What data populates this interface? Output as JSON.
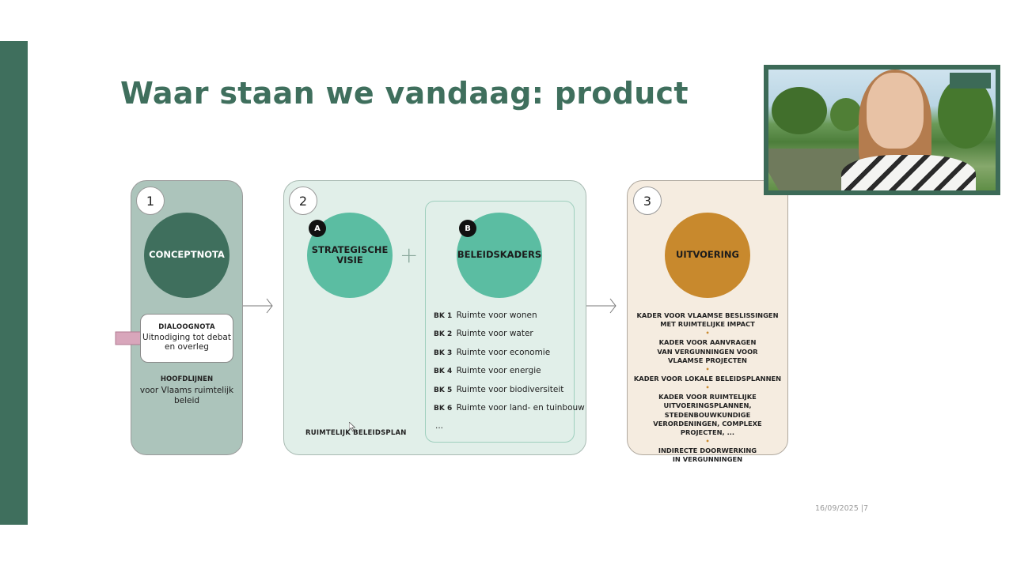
{
  "slide": {
    "title": "Waar staan we vandaag: product",
    "footer": "16/09/2025 |7",
    "accent": "#3f6f5d"
  },
  "panel1": {
    "number": "1",
    "circle_label": "CONCEPTNOTA",
    "dialog_title": "DIALOOGNOTA",
    "dialog_text": "Uitnodiging tot debat en overleg",
    "hoofd_title": "HOOFDLIJNEN",
    "hoofd_text": "voor Vlaams ruimtelijk beleid"
  },
  "panel2": {
    "number": "2",
    "badge_a": "A",
    "circle_a": "STRATEGISCHE VISIE",
    "badge_b": "B",
    "circle_b": "BELEIDSKADERS",
    "bk_items": [
      {
        "code": "BK 1",
        "text": "Ruimte voor wonen"
      },
      {
        "code": "BK 2",
        "text": "Ruimte voor water"
      },
      {
        "code": "BK 3",
        "text": "Ruimte voor economie"
      },
      {
        "code": "BK 4",
        "text": "Ruimte voor energie"
      },
      {
        "code": "BK 5",
        "text": "Ruimte voor biodiversiteit"
      },
      {
        "code": "BK 6",
        "text": "Ruimte voor land- en tuinbouw"
      },
      {
        "code": "",
        "text": "..."
      }
    ],
    "footer_label": "RUIMTELIJK BELEIDSPLAN"
  },
  "panel3": {
    "number": "3",
    "circle_label": "UITVOERING",
    "items": [
      "KADER VOOR VLAAMSE BESLISSINGEN\nMET RUIMTELIJKE IMPACT",
      "KADER VOOR AANVRAGEN\nVAN VERGUNNINGEN VOOR\nVLAAMSE PROJECTEN",
      "KADER VOOR LOKALE BELEIDSPLANNEN",
      "KADER VOOR RUIMTELIJKE\nUITVOERINGSPLANNEN, STEDENBOUWKUNDIGE\nVERORDENINGEN, COMPLEXE PROJECTEN, ...",
      "INDIRECTE DOORWERKING\nIN VERGUNNINGEN"
    ]
  },
  "icons": {
    "arrow": "arrow-right-icon",
    "plus": "plus-icon",
    "cursor": "mouse-cursor-icon"
  }
}
